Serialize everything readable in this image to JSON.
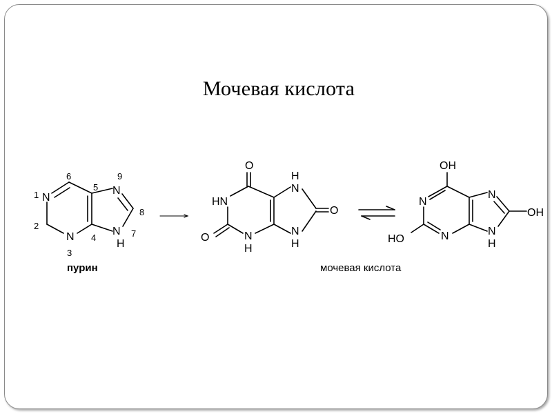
{
  "slide": {
    "title": "Мочевая кислота"
  },
  "purine": {
    "caption": "пурин",
    "atoms": {
      "n1": "N",
      "n3": "N",
      "n9": "N",
      "n7h": "N",
      "h7": "H"
    },
    "numbers": {
      "p1": "1",
      "p2": "2",
      "p3": "3",
      "p4": "4",
      "p5": "5",
      "p6": "6",
      "p7": "7",
      "p8": "8",
      "p9": "9"
    }
  },
  "uric_keto": {
    "atoms": {
      "o6": "O",
      "hn1": "HN",
      "o2": "O",
      "n3": "N",
      "h3": "H",
      "n7": "N",
      "h7": "H",
      "n9": "N",
      "h9": "H",
      "o8": "O"
    }
  },
  "uric_enol": {
    "atoms": {
      "oh6": "OH",
      "n1": "N",
      "ho2": "HO",
      "n3": "N",
      "n7": "N",
      "oh8": "OH",
      "n9": "N",
      "h9": "H"
    }
  },
  "enol_caption": "мочевая кислота",
  "colors": {
    "ink": "#000000",
    "border": "#8a8a8a",
    "background": "#ffffff"
  }
}
